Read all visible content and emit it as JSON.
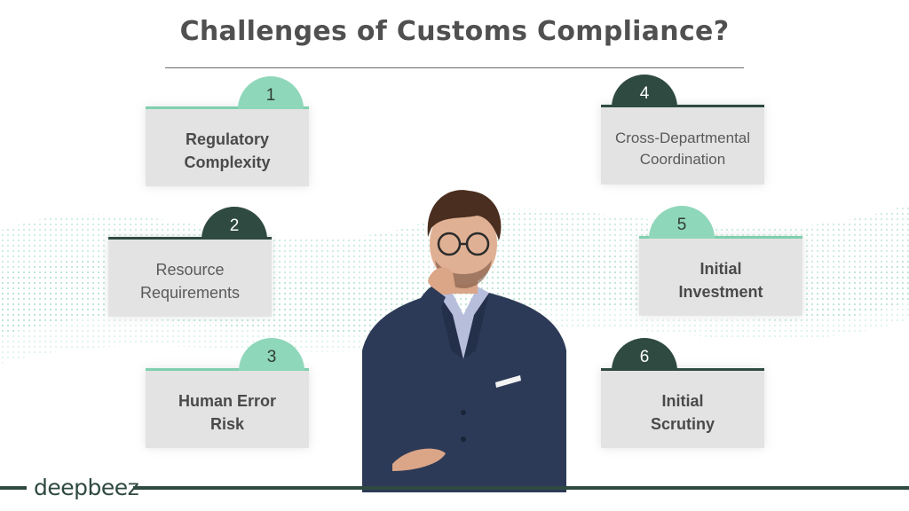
{
  "title": "Challenges of Customs Compliance?",
  "brand": "deepbeez",
  "colors": {
    "mint": "#8fd7ba",
    "dark_green": "#2f4a40",
    "card_gray": "#e3e3e3",
    "title_gray": "#505050"
  },
  "items": [
    {
      "number": "1",
      "line1": "Regulatory",
      "line2": "Complexity"
    },
    {
      "number": "2",
      "line1": "Resource",
      "line2": "Requirements"
    },
    {
      "number": "3",
      "line1": "Human Error",
      "line2": "Risk"
    },
    {
      "number": "4",
      "line1": "Cross-Departmental",
      "line2": "Coordination"
    },
    {
      "number": "5",
      "line1": "Initial",
      "line2": "Investment"
    },
    {
      "number": "6",
      "line1": "Initial",
      "line2": "Scrutiny"
    }
  ]
}
